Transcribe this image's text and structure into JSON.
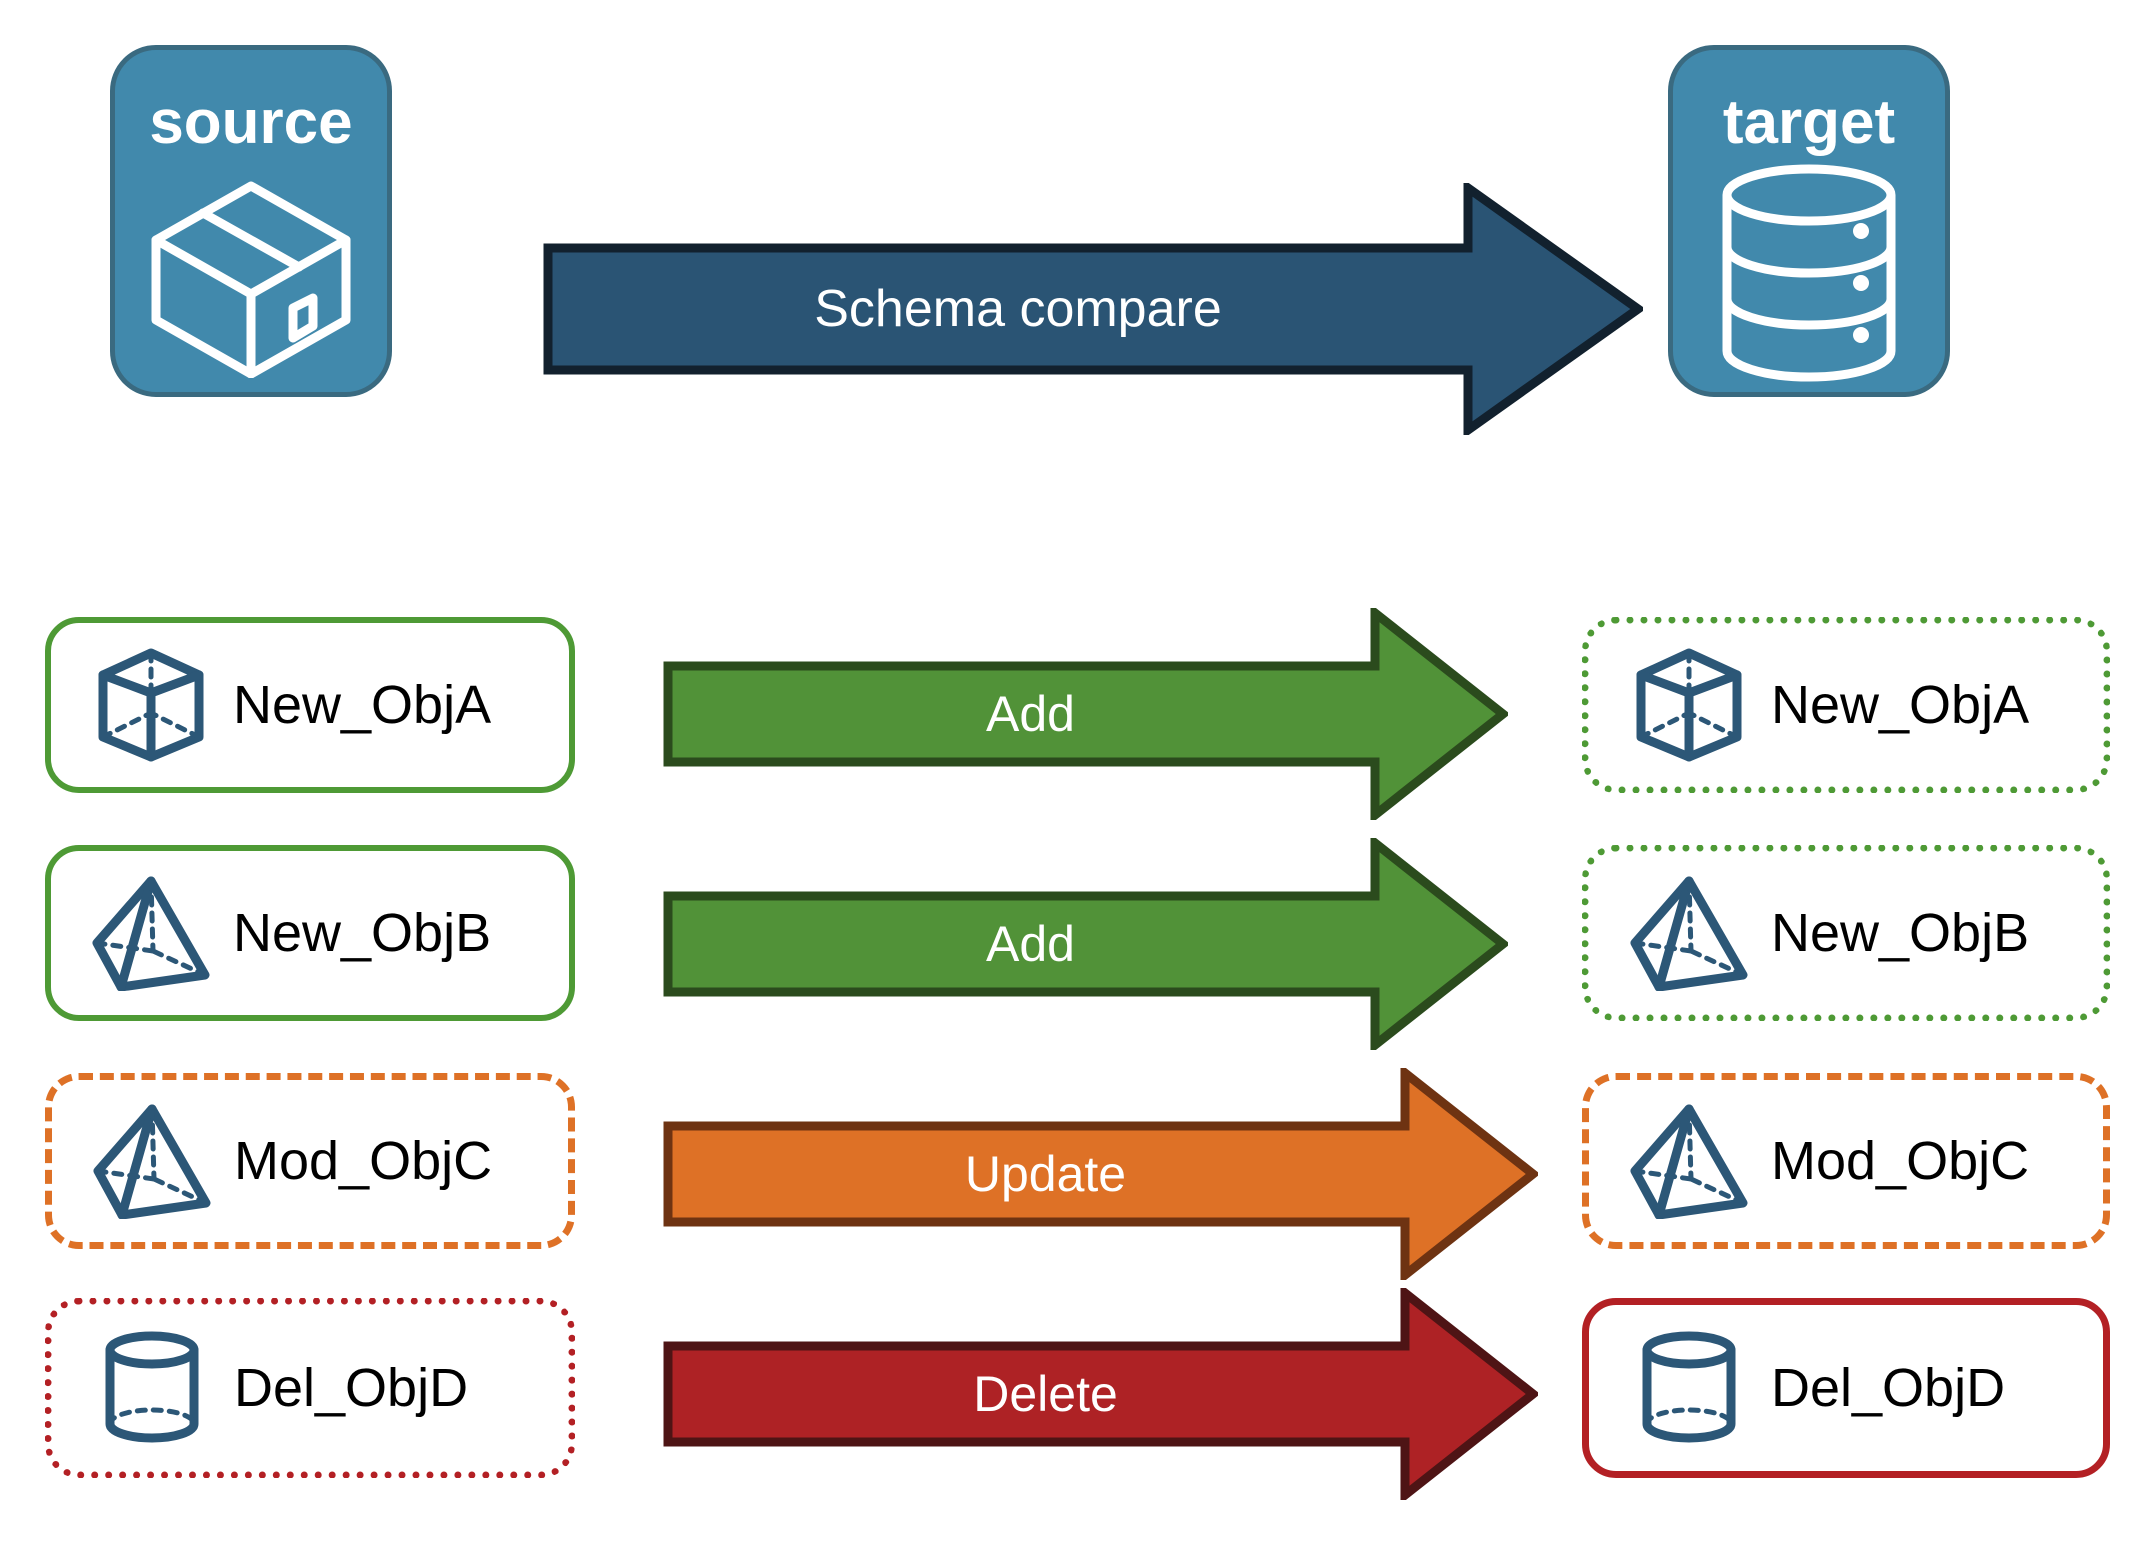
{
  "diagram": {
    "title_alt": "Schema compare between source and target",
    "colors": {
      "endpoint_fill": "#4189AC",
      "endpoint_stroke": "#3A6A80",
      "compare_arrow_fill": "#2A5474",
      "compare_arrow_stroke": "#12212E",
      "add_fill": "#519238",
      "add_stroke": "#2B4B1D",
      "update_fill": "#DE7126",
      "update_stroke": "#6E3312",
      "delete_fill": "#AE2225",
      "delete_stroke": "#4E1415",
      "icon_blue": "#2C5777",
      "green_border": "#4E9A35",
      "orange_border": "#DE7126",
      "red_border": "#B32024",
      "label_text": "#000000",
      "arrow_text": "#FFFFFF"
    }
  },
  "endpoints": {
    "source": {
      "label": "source",
      "icon": "package-box-icon"
    },
    "target": {
      "label": "target",
      "icon": "database-cylinder-icon"
    }
  },
  "compare": {
    "label": "Schema compare",
    "icon": "right-arrow-icon"
  },
  "rows": [
    {
      "source": {
        "label": "New_ObjA",
        "icon": "wireframe-cube-icon",
        "border_style": "solid-green"
      },
      "action": {
        "label": "Add",
        "kind": "add"
      },
      "target": {
        "label": "New_ObjA",
        "icon": "wireframe-cube-icon",
        "border_style": "dotted-green"
      }
    },
    {
      "source": {
        "label": "New_ObjB",
        "icon": "wireframe-pyramid-icon",
        "border_style": "solid-green"
      },
      "action": {
        "label": "Add",
        "kind": "add"
      },
      "target": {
        "label": "New_ObjB",
        "icon": "wireframe-pyramid-icon",
        "border_style": "dotted-green"
      }
    },
    {
      "source": {
        "label": "Mod_ObjC",
        "icon": "wireframe-pyramid-icon",
        "border_style": "dashed-orange"
      },
      "action": {
        "label": "Update",
        "kind": "update"
      },
      "target": {
        "label": "Mod_ObjC",
        "icon": "wireframe-pyramid-icon",
        "border_style": "dashed-orange"
      }
    },
    {
      "source": {
        "label": "Del_ObjD",
        "icon": "wireframe-cylinder-icon",
        "border_style": "dotted-red"
      },
      "action": {
        "label": "Delete",
        "kind": "delete"
      },
      "target": {
        "label": "Del_ObjD",
        "icon": "wireframe-cylinder-icon",
        "border_style": "solid-red"
      }
    }
  ]
}
